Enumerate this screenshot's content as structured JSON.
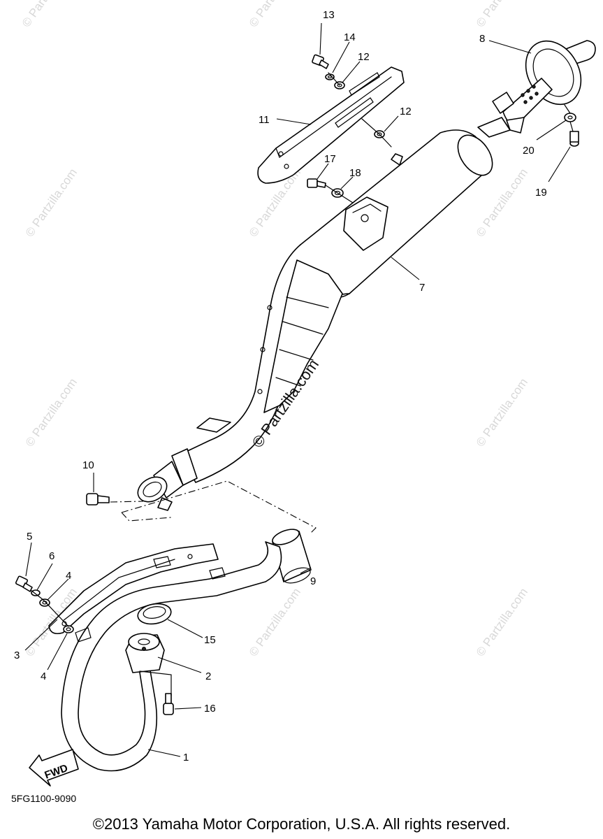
{
  "diagram": {
    "code": "5FG1100-9090",
    "copyright": "©2013 Yamaha Motor Corporation, U.S.A. All rights reserved.",
    "watermark": "© Partzilla.com",
    "fwd_label": "FWD",
    "callouts": {
      "c1": "1",
      "c2": "2",
      "c3": "3",
      "c4a": "4",
      "c4b": "4",
      "c5": "5",
      "c6": "6",
      "c7": "7",
      "c8": "8",
      "c9": "9",
      "c10": "10",
      "c11": "11",
      "c12a": "12",
      "c12b": "12",
      "c13": "13",
      "c14": "14",
      "c15": "15",
      "c16": "16",
      "c17": "17",
      "c18": "18",
      "c19": "19",
      "c20": "20"
    }
  }
}
